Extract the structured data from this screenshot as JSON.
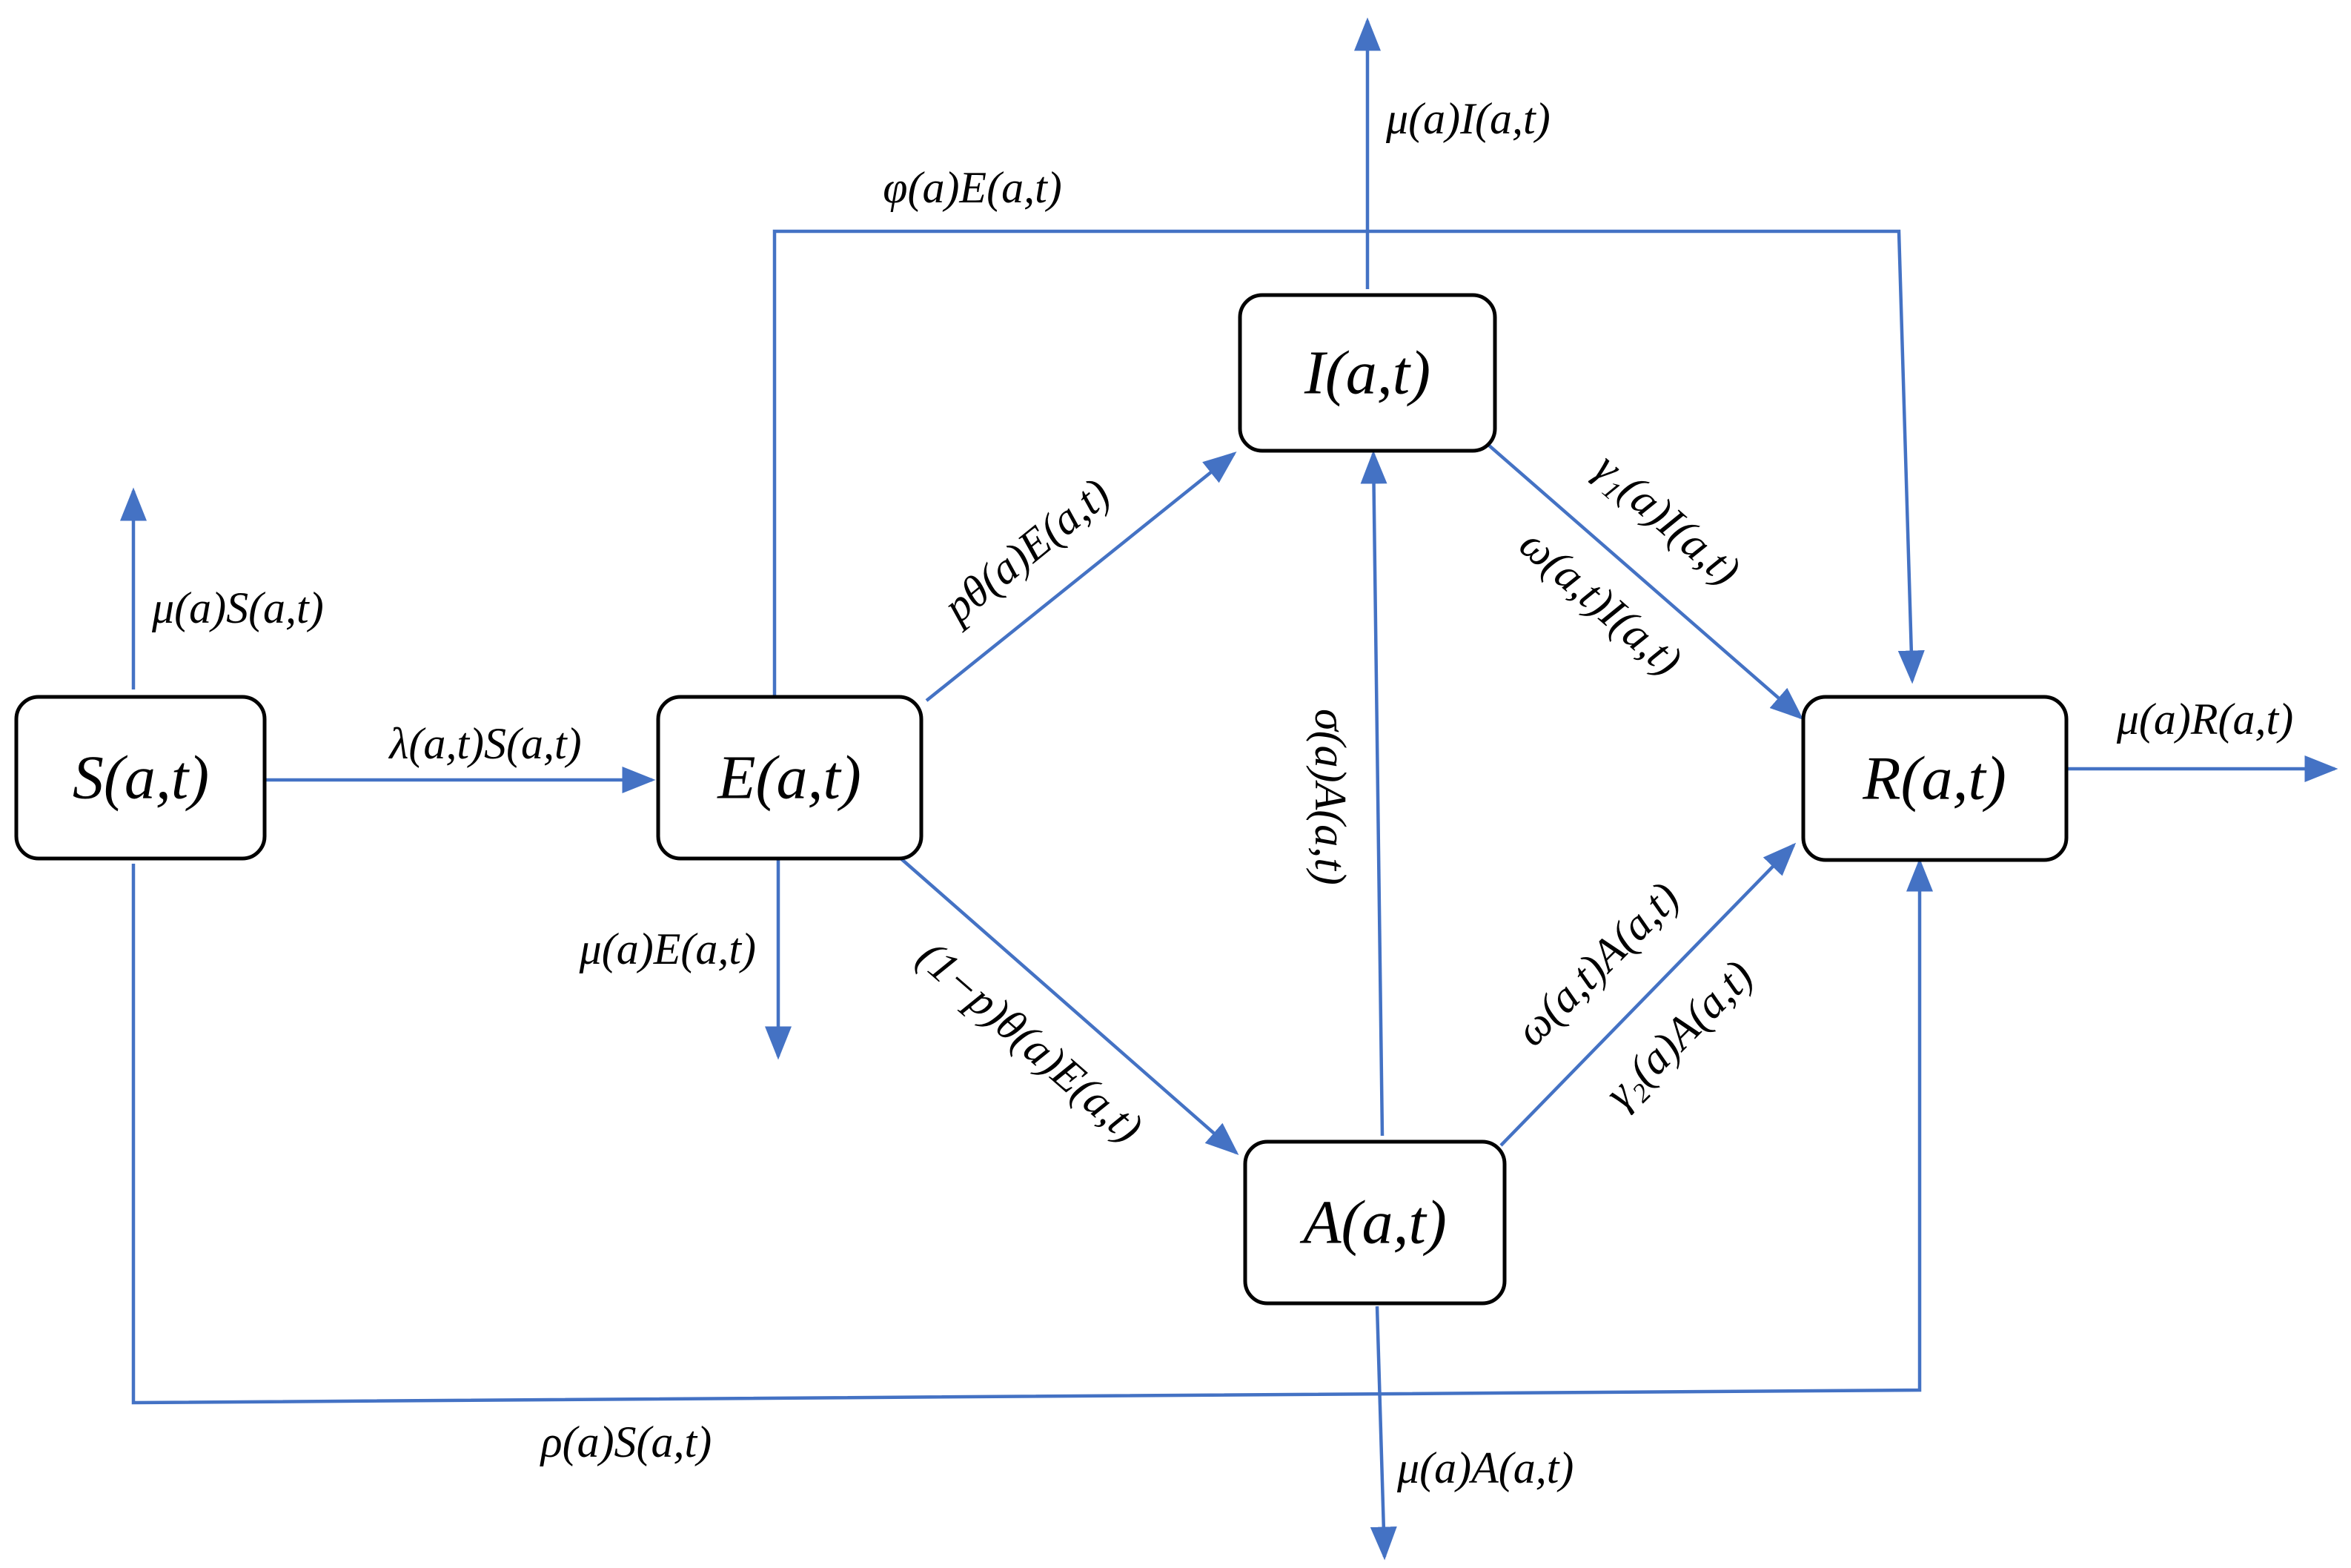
{
  "colors": {
    "arrow": "#4472C4",
    "box_border": "#000000",
    "text": "#000000",
    "background": "#ffffff"
  },
  "nodes": {
    "S": "S(a,t)",
    "E": "E(a,t)",
    "I": "I(a,t)",
    "A": "A(a,t)",
    "R": "R(a,t)"
  },
  "labels": {
    "mu_S": "μ(a)S(a,t)",
    "lambda_S": "λ(a,t)S(a,t)",
    "mu_E": "μ(a)E(a,t)",
    "phi_E": "φ(a)E(a,t)",
    "mu_I": "μ(a)I(a,t)",
    "p_theta_E": "pθ(a)E(a,t)",
    "one_minus_p_theta_E": "(1−p)θ(a)E(a,t)",
    "sigma_A": "σ(a)A(a,t)",
    "gamma1_I": "γ₁(a)I(a,t)",
    "omega_I": "ω(a,t)I(a,t)",
    "omega_A": "ω(a,t)A(a,t)",
    "gamma2_A": "γ₂(a)A(a,t)",
    "mu_R": "μ(a)R(a,t)",
    "rho_S": "ρ(a)S(a,t)",
    "mu_A": "μ(a)A(a,t)"
  }
}
